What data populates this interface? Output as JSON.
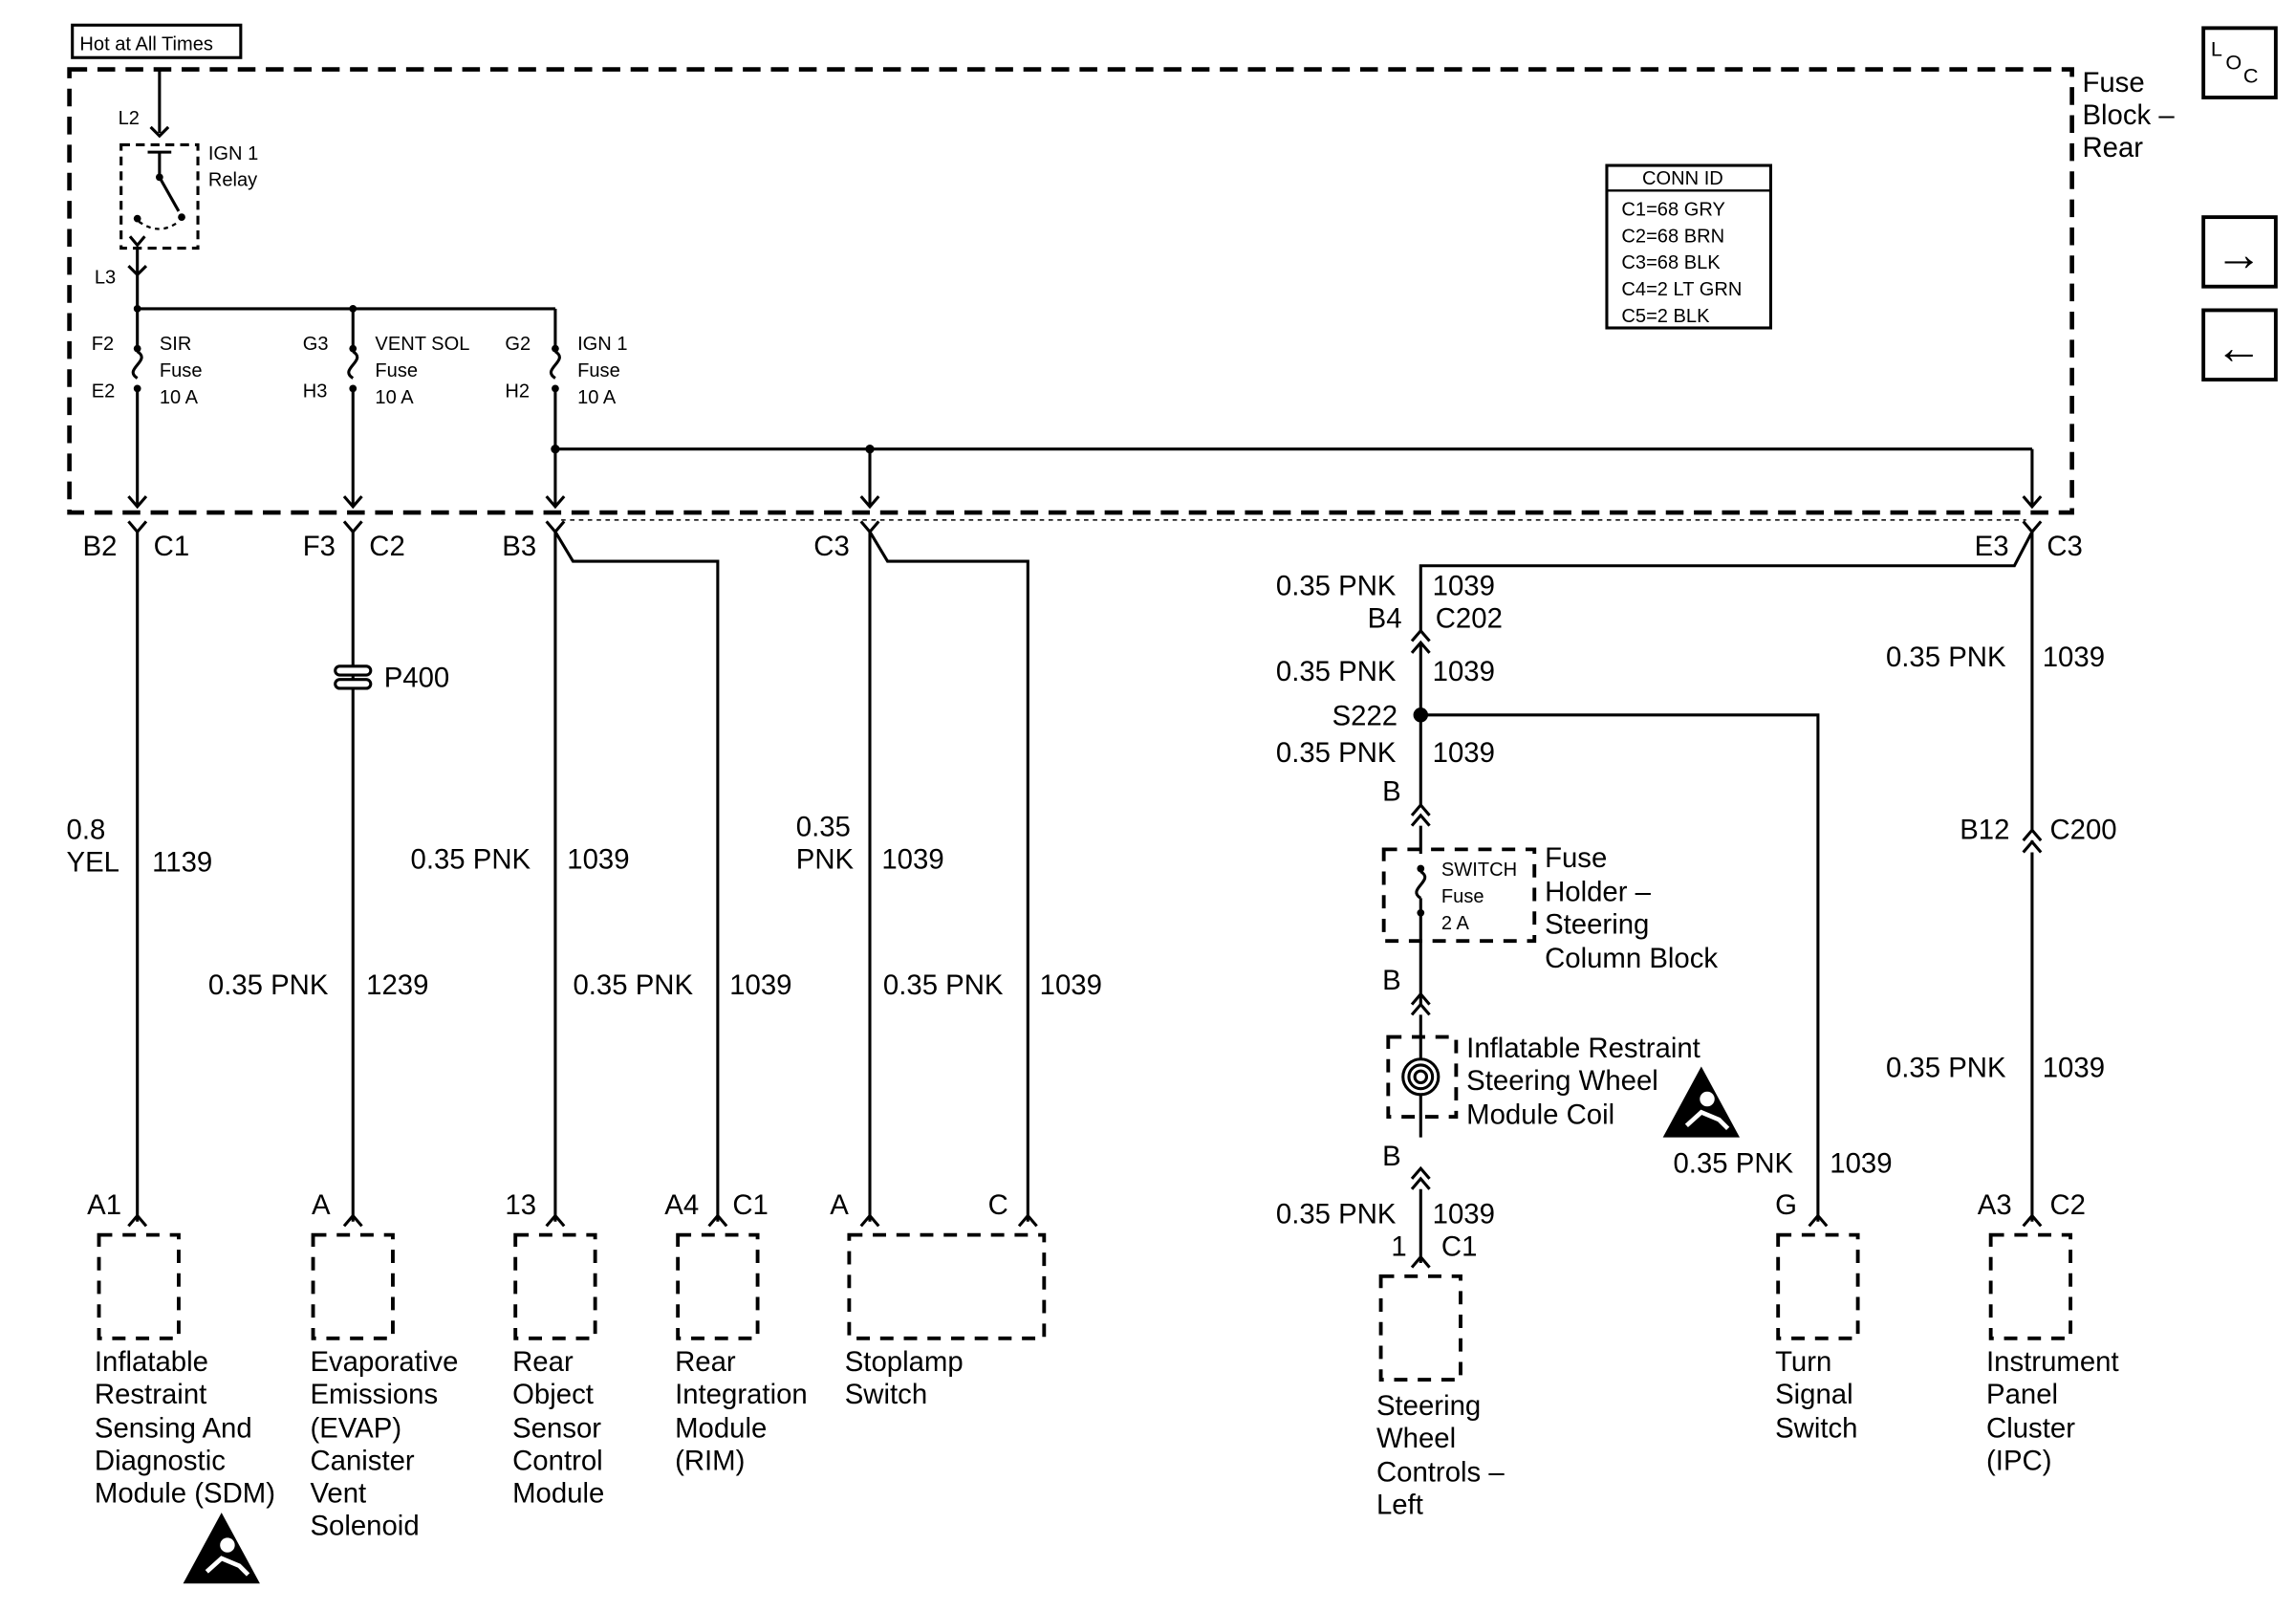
{
  "header": {
    "hot_label": "Hot at All Times"
  },
  "fuse_block": {
    "name_lines": [
      "Fuse",
      "Block –",
      "Rear"
    ],
    "relay": {
      "terminal_in": "L2",
      "terminal_out": "L3",
      "lines": [
        "IGN 1",
        "Relay"
      ]
    },
    "fuses": [
      {
        "in": "F2",
        "out": "E2",
        "lines": [
          "SIR",
          "Fuse",
          "10 A"
        ]
      },
      {
        "in": "G3",
        "out": "H3",
        "lines": [
          "VENT SOL",
          "Fuse",
          "10 A"
        ]
      },
      {
        "in": "G2",
        "out": "H2",
        "lines": [
          "IGN 1",
          "Fuse",
          "10 A"
        ]
      }
    ],
    "conn_id": {
      "title": "CONN ID",
      "rows": [
        "C1=68 GRY",
        "C2=68 BRN",
        "C3=68 BLK",
        "C4=2 LT GRN",
        "C5=2 BLK"
      ]
    }
  },
  "nav": {
    "loc_letters": [
      "L",
      "O",
      "C"
    ],
    "forward": "→",
    "back": "←"
  },
  "circuits": {
    "sdm": {
      "pin": "B2",
      "conn": "C1",
      "wire_lines": [
        "0.8",
        "YEL"
      ],
      "circuit": "1139",
      "term": "A1"
    },
    "evap": {
      "pin": "F3",
      "conn": "C2",
      "splice": "P400",
      "wire": "0.35 PNK",
      "circuit": "1239",
      "term": "A"
    },
    "b3": {
      "pin": "B3",
      "wire_a": "0.35 PNK",
      "circuit_a": "1039",
      "wire_b": "0.35 PNK",
      "circuit_b": "1039"
    },
    "c3": {
      "pin": "C3",
      "wire_lines": [
        "0.35",
        "PNK"
      ],
      "circuit_a": "1039",
      "wire_b": "0.35 PNK",
      "circuit_b": "1039"
    },
    "e3": {
      "pin": "E3",
      "conn": "C3"
    },
    "steering": {
      "wire1": "0.35 PNK",
      "circ1": "1039",
      "pin_b4": "B4",
      "conn_c202": "C202",
      "wire2": "0.35 PNK",
      "circ2": "1039",
      "splice": "S222",
      "wire3": "0.35 PNK",
      "circ3": "1039",
      "b1": "B",
      "b2": "B",
      "b3": "B",
      "wire4": "0.35 PNK",
      "circ4": "1039",
      "pin1": "1",
      "conn_c1": "C1"
    },
    "switch_fuse": {
      "lines": [
        "SWITCH",
        "Fuse",
        "2 A"
      ],
      "holder_lines": [
        "Fuse",
        "Holder –",
        "Steering",
        "Column Block"
      ]
    },
    "coil": {
      "lines": [
        "Inflatable Restraint",
        "Steering Wheel",
        "Module Coil"
      ]
    },
    "turn_signal": {
      "wire": "0.35 PNK",
      "circuit": "1039",
      "term": "G"
    },
    "ipc": {
      "wire1": "0.35 PNK",
      "circ1": "1039",
      "pin_b12": "B12",
      "conn_c200": "C200",
      "wire2": "0.35 PNK",
      "circ2": "1039",
      "term": "A3",
      "conn": "C2"
    },
    "rsc": {
      "term": "13"
    },
    "rim": {
      "term": "A4",
      "conn": "C1"
    },
    "stoplamp": {
      "term_a": "A",
      "term_c": "C"
    }
  },
  "components": {
    "sdm": [
      "Inflatable",
      "Restraint",
      "Sensing And",
      "Diagnostic",
      "Module (SDM)"
    ],
    "evap": [
      "Evaporative",
      "Emissions",
      "(EVAP)",
      "Canister",
      "Vent",
      "Solenoid"
    ],
    "rsc": [
      "Rear",
      "Object",
      "Sensor",
      "Control",
      "Module"
    ],
    "rim": [
      "Rear",
      "Integration",
      "Module",
      "(RIM)"
    ],
    "stoplamp": [
      "Stoplamp",
      "Switch"
    ],
    "swc": [
      "Steering",
      "Wheel",
      "Controls –",
      "Left"
    ],
    "turn": [
      "Turn",
      "Signal",
      "Switch"
    ],
    "ipc": [
      "Instrument",
      "Panel",
      "Cluster",
      "(IPC)"
    ]
  }
}
